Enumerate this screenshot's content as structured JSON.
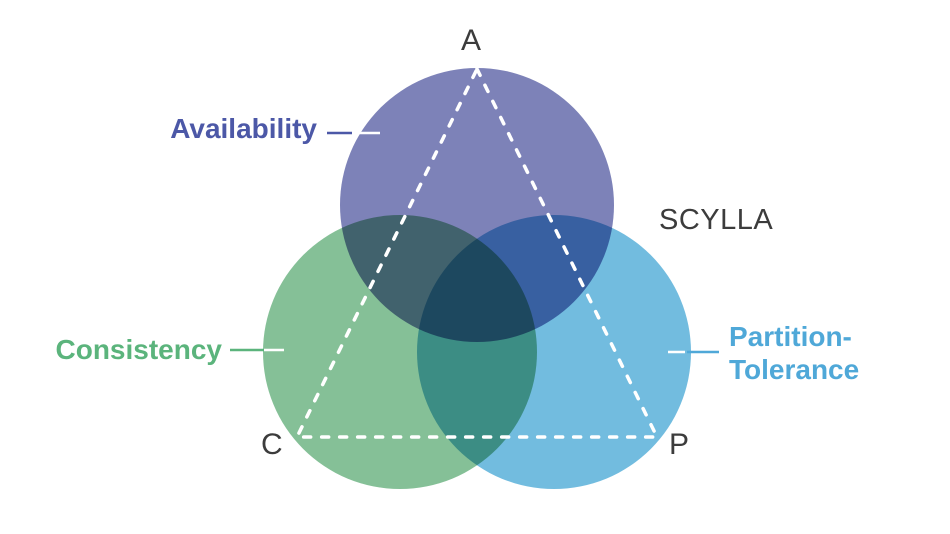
{
  "diagram": {
    "annotation": "SCYLLA",
    "background_color": "#FFFFFF",
    "triangle_color": "#FFFFFF",
    "letter_color": "#3C3C3C",
    "sets": [
      {
        "label": "Availability",
        "letter": "A",
        "circle_color": "#7D82B8",
        "label_color": "#4C58A7"
      },
      {
        "label": "Consistency",
        "letter": "C",
        "circle_color": "#85C097",
        "label_color": "#5BB47C"
      },
      {
        "label": "Partition-Tolerance",
        "label_line1": "Partition-",
        "label_line2": "Tolerance",
        "letter": "P",
        "circle_color": "#72BCDF",
        "label_color": "#4FA8D8"
      }
    ]
  }
}
